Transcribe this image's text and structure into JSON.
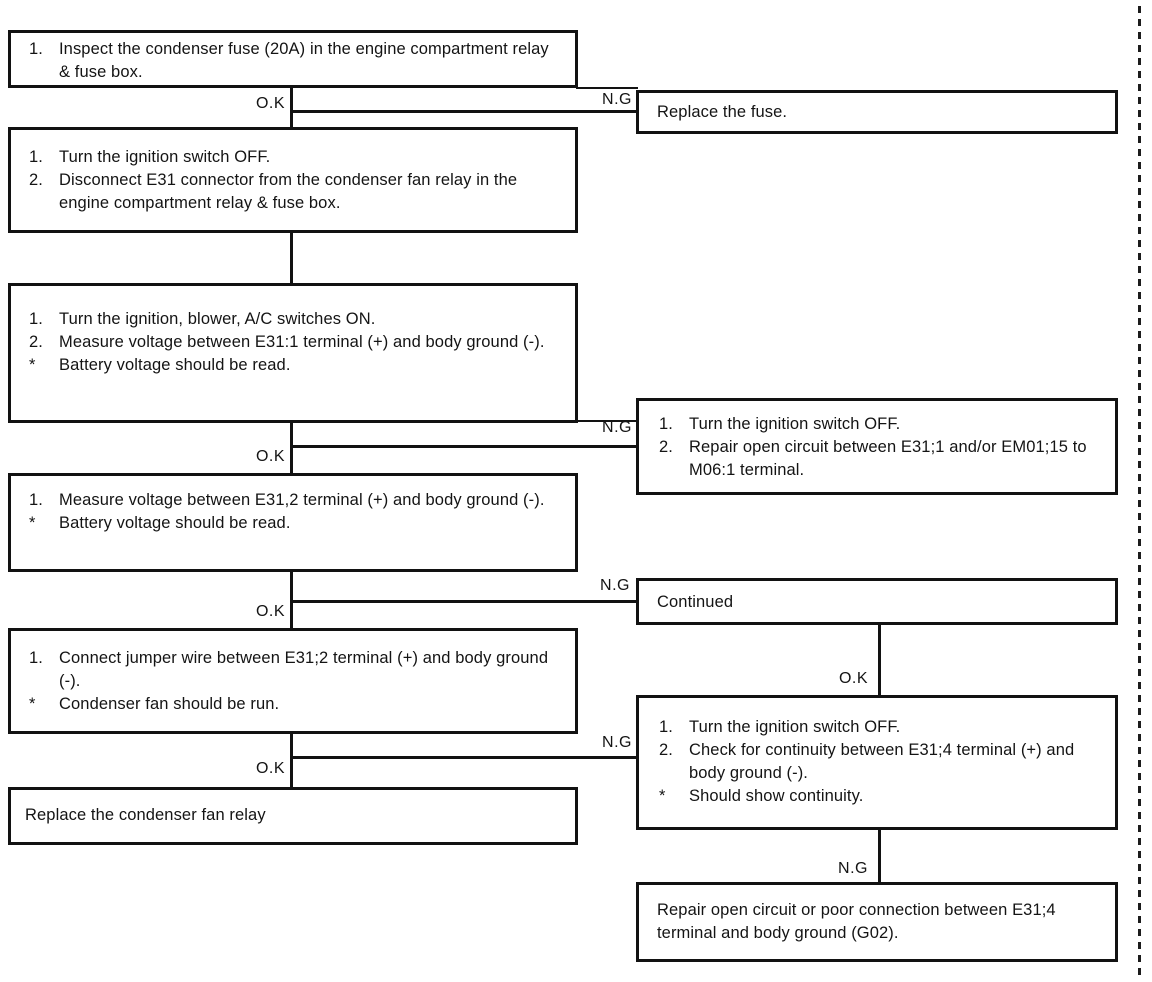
{
  "page": {
    "background": "#ffffff",
    "ink": "#121212",
    "description": "Scanned service-manual troubleshooting flowchart for a condenser fan circuit"
  },
  "labels": {
    "ok": "O.K",
    "ng": "N.G"
  },
  "boxes": {
    "b1": {
      "items": [
        {
          "m": "1.",
          "t": "Inspect the condenser fuse (20A) in the engine compartment relay & fuse box."
        }
      ]
    },
    "b2": {
      "items": [
        {
          "m": "1.",
          "t": "Turn the ignition switch OFF."
        },
        {
          "m": "2.",
          "t": "Disconnect E31 connector from the condenser fan relay in the engine compartment relay & fuse box."
        }
      ]
    },
    "b3": {
      "items": [
        {
          "m": "1.",
          "t": "Turn the ignition, blower, A/C switches ON."
        },
        {
          "m": "2.",
          "t": "Measure voltage between E31:1 terminal (+) and body ground (-)."
        },
        {
          "m": "*",
          "t": "Battery voltage should be read."
        }
      ]
    },
    "b4": {
      "items": [
        {
          "m": "1.",
          "t": "Measure voltage between E31,2 terminal (+) and body ground (-)."
        },
        {
          "m": "*",
          "t": "Battery voltage should be read."
        }
      ]
    },
    "b5": {
      "items": [
        {
          "m": "1.",
          "t": "Connect jumper wire between E31;2 terminal (+) and body ground (-)."
        },
        {
          "m": "*",
          "t": "Condenser fan should be run."
        }
      ]
    },
    "b6": {
      "text": "Replace the condenser fan relay"
    },
    "r1": {
      "text": "Replace the fuse."
    },
    "r2": {
      "items": [
        {
          "m": "1.",
          "t": "Turn the ignition switch OFF."
        },
        {
          "m": "2.",
          "t": "Repair open circuit between E31;1 and/or EM01;15 to M06:1 terminal."
        }
      ]
    },
    "r3": {
      "text": "Continued"
    },
    "r4": {
      "items": [
        {
          "m": "1.",
          "t": "Turn the ignition switch OFF."
        },
        {
          "m": "2.",
          "t": "Check for continuity between E31;4 terminal (+) and body ground (-)."
        },
        {
          "m": "*",
          "t": "Should show continuity."
        }
      ]
    },
    "r5": {
      "text": "Repair open circuit or poor connection between E31;4 terminal and body ground (G02)."
    }
  }
}
